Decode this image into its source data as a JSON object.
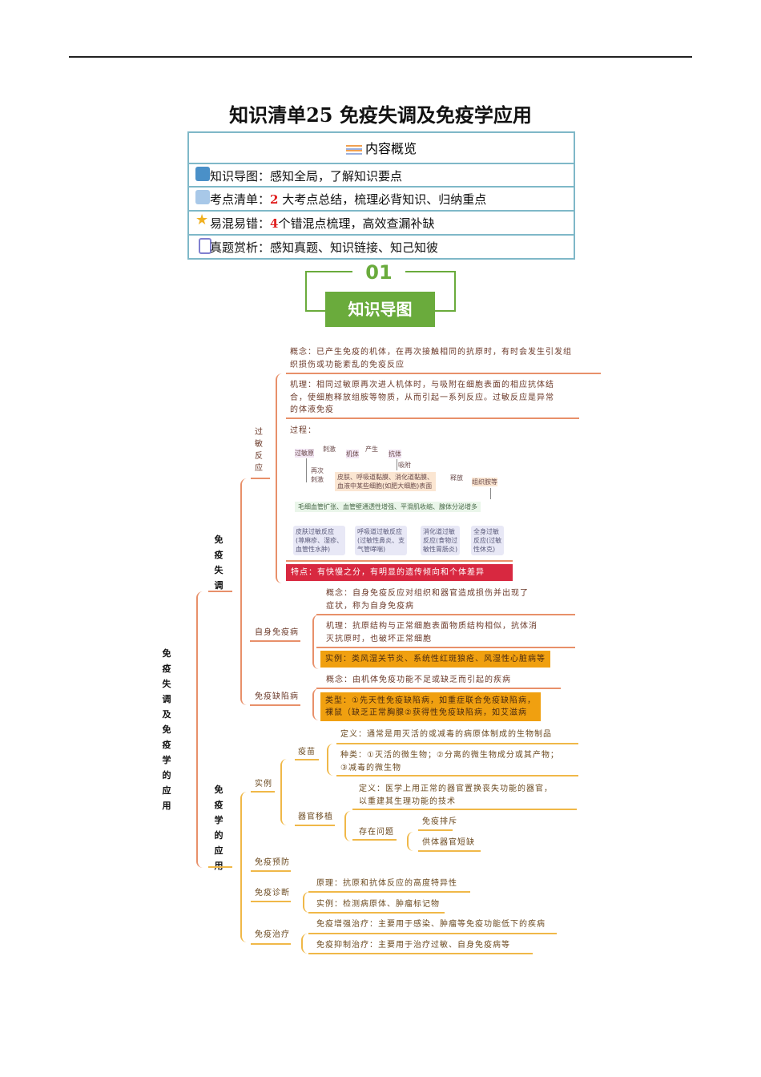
{
  "title": "知识清单25 免疫失调及免疫学应用",
  "overview": {
    "header": "内容概览",
    "rows": [
      {
        "label": "知识导图：",
        "num": "",
        "text": "感知全局，了解知识要点",
        "icon": "map-icon"
      },
      {
        "label": "考点清单：",
        "num": "2",
        "text": "大考点总结，梳理必背知识、归纳重点",
        "icon": "book-icon"
      },
      {
        "label": "易混易错：",
        "num": "4",
        "text": "个错混点梳理，高效查漏补缺",
        "icon": "star-icon"
      },
      {
        "label": "真题赏析：",
        "num": "",
        "text": "感知真题、知识链接、知己知彼",
        "icon": "checklist-icon"
      }
    ]
  },
  "section": {
    "number": "01",
    "title": "知识导图"
  },
  "mindmap": {
    "root": "免疫失调及免疫学的应用",
    "disorder": {
      "label": "免疫失调",
      "allergy": {
        "label": "过敏反应",
        "concept": [
          "概念：已产生免疫的机体，在再次接触相同的抗原时，有时会发生引发组",
          "织损伤或功能紊乱的免疫反应"
        ],
        "mechanism": [
          "机理：相同过敏原再次进人机体时，与吸附在细胞表面的相应抗体结",
          "合，使细胞释放组胺等物质，从而引起一系列反应。过敏反应是异常",
          "的体液免疫"
        ],
        "process_label": "过程：",
        "flow": {
          "allergen": "过敏原",
          "stimulate": "刺激",
          "body": "机体",
          "produce": "产生",
          "antibody": "抗体",
          "adsorb": "吸附",
          "restimulate": [
            "再次",
            "刺激"
          ],
          "surface": [
            "皮肤、呼吸道黏膜、消化道黏膜、",
            "血液中某些细胞(如肥大细胞)表面"
          ],
          "release": "释放",
          "histamine": "组织胺等",
          "effects": "毛细血管扩张、血管壁通透性增强、平滑肌收缩、腺体分泌增多",
          "types": [
            [
              "皮肤过敏反应",
              "(荨麻疹、湿疹、",
              "血管性水肿)"
            ],
            [
              "呼吸道过敏反应",
              "(过敏性鼻炎、支",
              "气管哮喘)"
            ],
            [
              "消化道过敏",
              "反应(食物过",
              "敏性胃肠炎)"
            ],
            [
              "全身过敏",
              "反应(过敏",
              "性休克)"
            ]
          ]
        },
        "feature": "特点：有快慢之分，有明显的遗传倾向和个体差异"
      },
      "autoimmune": {
        "label": "自身免疫病",
        "concept": [
          "概念：自身免疫反应对组织和器官造成损伤并出现了",
          "症状，称为自身免疫病"
        ],
        "mechanism": [
          "机理：抗原结构与正常细胞表面物质结构相似，抗体消",
          "灭抗原时，也破坏正常细胞"
        ],
        "example": "实例：类风湿关节炎、系统性红斑狼疮、风湿性心脏病等"
      },
      "immunodeficiency": {
        "label": "免疫缺陷病",
        "concept": "概念：由机体免疫功能不足或缺乏而引起的疾病",
        "types": [
          "类型：①先天性免疫缺陷病，如重症联合免疫缺陷病，",
          "裸鼠（缺乏正常胸腺②获得性免疫缺陷病，如艾滋病"
        ]
      }
    },
    "application": {
      "label": "免疫学的应用",
      "examples": {
        "label": "实例",
        "vaccine": {
          "label": "疫苗",
          "definition": "定义：通常是用灭活的或减毒的病原体制成的生物制品",
          "kinds": [
            "种类：①灭活的微生物；②分离的微生物成分或其产物；",
            "③减毒的微生物"
          ]
        },
        "transplant": {
          "label": "器官移植",
          "definition": [
            "定义：医学上用正常的器官置换丧失功能的器官，",
            "以重建其生理功能的技术"
          ],
          "problems_label": "存在问题",
          "problems": [
            "免疫排斥",
            "供体器官短缺"
          ]
        }
      },
      "prevention": "免疫预防",
      "diagnosis": {
        "label": "免疫诊断",
        "principle": "原理：抗原和抗体反应的高度特异性",
        "example": "实例：检测病原体、肿瘤标记物"
      },
      "therapy": {
        "label": "免疫治疗",
        "enhance": "免疫增强治疗：主要用于感染、肿瘤等免疫功能低下的疾病",
        "suppress": "免疫抑制治疗：主要用于治疗过敏、自身免疫病等"
      }
    }
  }
}
